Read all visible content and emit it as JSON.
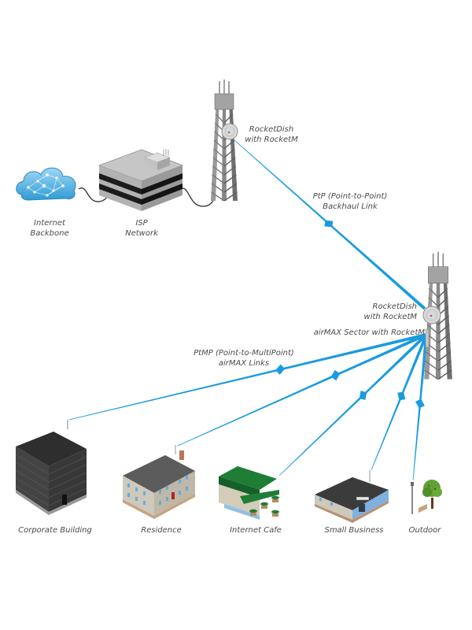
{
  "diagram": {
    "title": "",
    "colors": {
      "link": "#1a9be0",
      "link_light": "#6cc6f2",
      "tower": "#8c8c8c",
      "tower_dark": "#5e5e5e",
      "cloud": "#5ab8e6",
      "cloud_light": "#a9dcf5",
      "isp_top": "#cfcfcf",
      "isp_side": "#a8a8a8",
      "isp_stripe": "#1f1f1f",
      "corporate": "#3a3a3a",
      "residence_wall": "#cfcbbd",
      "residence_roof": "#5a5a5a",
      "residence_door": "#b22222",
      "cafe_roof": "#1e7a34",
      "cafe_wall": "#d3cdb9",
      "business_roof": "#3b3b3b",
      "business_window": "#7fb6e6",
      "tree": "#5a9e2f",
      "text": "#4a4a4a"
    },
    "nodes": {
      "internet_backbone": {
        "label_line1": "Internet",
        "label_line2": "Backbone",
        "icon": "cloud-icon"
      },
      "isp_network": {
        "label_line1": "ISP",
        "label_line2": "Network",
        "icon": "data-center-icon"
      },
      "tower_1": {
        "label_line1": "RocketDish",
        "label_line2": "with RocketM",
        "icon": "tower-icon"
      },
      "tower_2": {
        "label_line1": "RocketDish",
        "label_line2": "with RocketM",
        "sector_label": "airMAX Sector with RocketM",
        "icon": "tower-icon"
      },
      "corporate_building": {
        "label": "Corporate Building",
        "icon": "office-building-icon"
      },
      "residence": {
        "label": "Residence",
        "icon": "house-icon"
      },
      "internet_cafe": {
        "label": "Internet Cafe",
        "icon": "cafe-icon"
      },
      "small_business": {
        "label": "Small Business",
        "icon": "store-icon"
      },
      "outdoor": {
        "label": "Outdoor",
        "icon": "tree-icon"
      }
    },
    "links": {
      "ptp": {
        "label_line1": "PtP (Point-to-Point)",
        "label_line2": "Backhaul Link",
        "from": "tower_1",
        "to": "tower_2"
      },
      "ptmp": {
        "label_line1": "PtMP (Point-to-MultiPoint)",
        "label_line2": "airMAX Links",
        "from": "tower_2",
        "to": [
          "corporate_building",
          "residence",
          "internet_cafe",
          "small_business",
          "outdoor"
        ]
      },
      "wired": [
        {
          "from": "internet_backbone",
          "to": "isp_network"
        },
        {
          "from": "isp_network",
          "to": "tower_1"
        }
      ]
    }
  }
}
